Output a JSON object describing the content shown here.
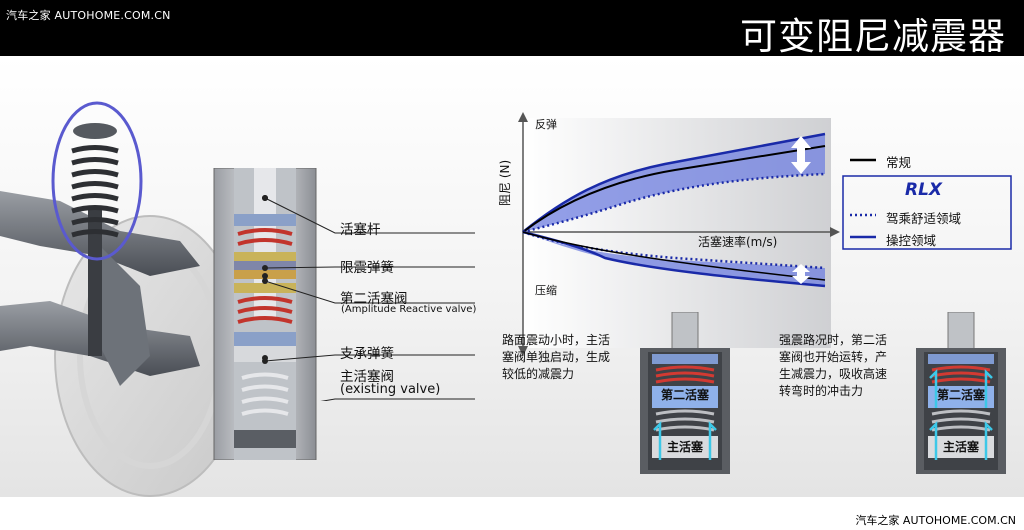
{
  "header": {
    "brand": "汽车之家  AUTOHOME.COM.CN",
    "title": "可变阻尼减震器"
  },
  "footer": {
    "brand": "汽车之家  AUTOHOME.COM.CN"
  },
  "damper_parts": [
    {
      "label": "活塞杆"
    },
    {
      "label": "限震弹簧"
    },
    {
      "label": "第二活塞阀",
      "sub": "(Amplitude Reactive  valve)"
    },
    {
      "label": "支承弹簧"
    },
    {
      "label": "主活塞阀",
      "sub": "(existing valve)"
    }
  ],
  "chart": {
    "ylabel": "阻尼 (N)",
    "xlabel": "活塞速率(m/s)",
    "rebound_label": "反弹",
    "compression_label": "压缩",
    "legend_normal": "常规",
    "legend_brand": "RLX",
    "legend_comfort": "驾乘舒适领域",
    "legend_handling": "操控领域",
    "colors": {
      "band": "#6f7fe0",
      "line": "#1a2aa8",
      "dotted": "#1a2aa8",
      "normal": "#000000"
    }
  },
  "cases": [
    {
      "text": [
        "路面震动小时，主活",
        "塞阀单独启动，生成",
        "较低的减震力"
      ],
      "second_piston": "第二活塞",
      "main_piston": "主活塞"
    },
    {
      "text": [
        "强震路况时，第二活",
        "塞阀也开始运转，产",
        "生减震力，吸收高速",
        "转弯时的冲击力"
      ],
      "second_piston": "第二活塞",
      "main_piston": "主活塞"
    }
  ]
}
